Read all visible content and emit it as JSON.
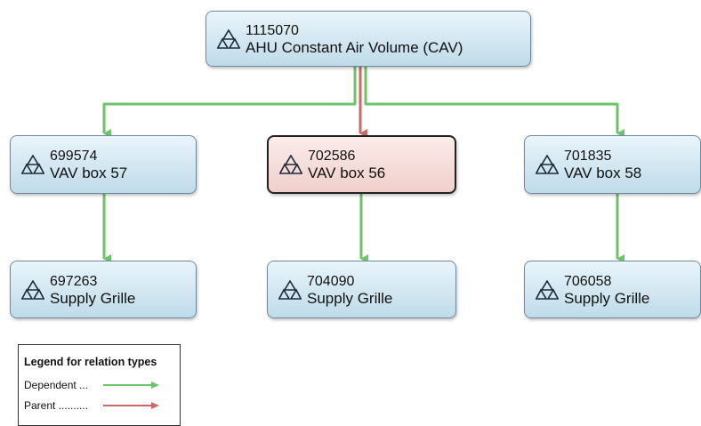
{
  "nodes": {
    "root": {
      "id": "1115070",
      "name": "AHU Constant Air Volume (CAV)"
    },
    "c1": {
      "id": "699574",
      "name": "VAV box 57"
    },
    "c2": {
      "id": "702586",
      "name": "VAV box 56"
    },
    "c3": {
      "id": "701835",
      "name": "VAV box 58"
    },
    "g1": {
      "id": "697263",
      "name": "Supply Grille"
    },
    "g2": {
      "id": "704090",
      "name": "Supply Grille"
    },
    "g3": {
      "id": "706058",
      "name": "Supply Grille"
    }
  },
  "legend": {
    "title": "Legend for relation types",
    "dependent_label": "Dependent ...",
    "parent_label": "Parent ..........",
    "dependent_color": "#6cc36a",
    "parent_color": "#c96a67"
  },
  "icon": "asset-triangles-icon"
}
